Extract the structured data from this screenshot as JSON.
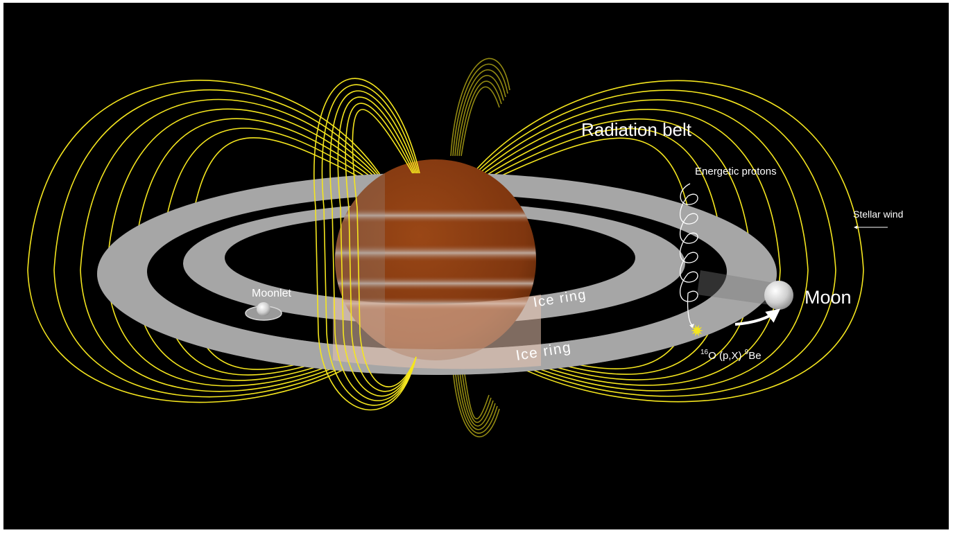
{
  "labels": {
    "radiation_belt": "Radiation belt",
    "energetic_protons": "Energetic protons",
    "stellar_wind": "Stellar wind",
    "moonlet": "Moonlet",
    "moon": "Moon",
    "ice_ring_inner": "Ice ring",
    "ice_ring_outer": "Ice ring",
    "reaction": {
      "target_mass": "16",
      "target": "O (p,X) ",
      "product_mass": "9",
      "product": "Be"
    }
  },
  "colors": {
    "background": "#000000",
    "frame": "#ffffff",
    "field_lines": "#f5e61e",
    "ring": "#a6a6a6",
    "planet": "#8b3a10",
    "planet_band": "#b9a79c",
    "text": "#ffffff"
  },
  "icons": {
    "reaction_spark": "starburst-icon",
    "stellar_wind_arrow": "arrow-left-icon",
    "moon_path_arrow": "curved-arrow-icon"
  }
}
